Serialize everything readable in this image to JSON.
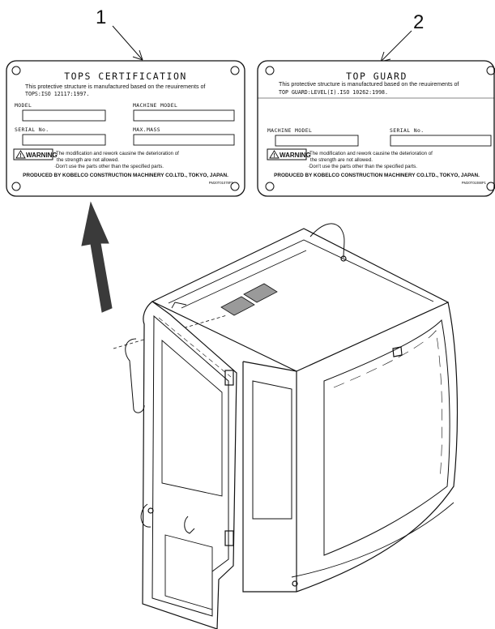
{
  "callouts": {
    "one": "1",
    "two": "2"
  },
  "plate1": {
    "title": "TOPS CERTIFICATION",
    "desc_line1": "This protective structure is manufactured based on the reuuirements of",
    "desc_line2": "TOPS:ISO 12117:1997.",
    "model_label": "MODEL",
    "machine_model_label": "MACHINE MODEL",
    "serial_label": "SERIAL No.",
    "max_mass_label": "MAX.MASS",
    "warning_label": "WARNING",
    "warning_line1": "·The modification and rework causine the deterioration of",
    "warning_line2": "the strength are not allowed.",
    "warning_line3": "·Don't use the parts other than the specified parts.",
    "produced_by": "PRODUCED BY KOBELCO CONSTRUCTION MACHINERY CO.LTD., TOKYO, JAPAN.",
    "part_code": "PM20T01078P1"
  },
  "plate2": {
    "title": "TOP GUARD",
    "desc_line1": "This protective structure is manufactured based on the reuuirements of",
    "desc_line2": "TOP GUARD:LEVEL(I).ISO 10262:1998.",
    "machine_model_label": "MACHINE MODEL",
    "serial_label": "SERIAL No.",
    "warning_label": "WARNING",
    "warning_line1": "·The modification and rework causine the deterioration of",
    "warning_line2": "the strength are not allowed.",
    "warning_line3": "·Don't use the parts other than the specified parts.",
    "produced_by": "PRODUCED BY KOBELCO CONSTRUCTION MACHINERY CO.LTD., TOKYO, JAPAN.",
    "part_code": "PM20T01088P1"
  },
  "icons": {
    "arrow": "up-arrow-icon",
    "warning": "warning-triangle-icon",
    "hole": "mounting-hole-icon"
  }
}
